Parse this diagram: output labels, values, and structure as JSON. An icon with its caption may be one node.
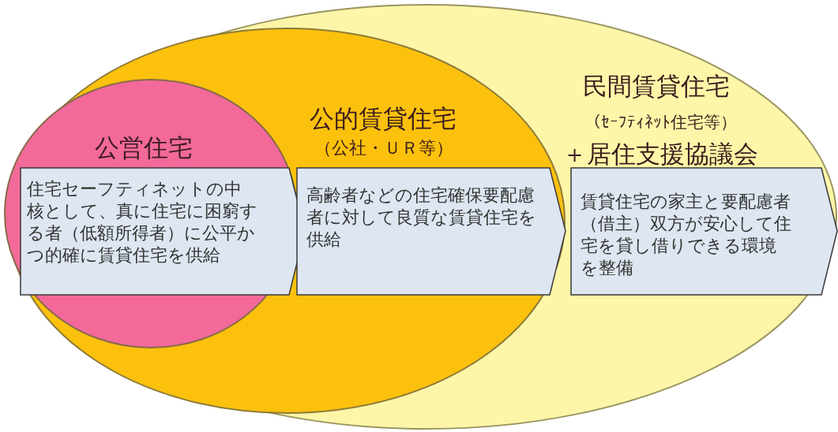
{
  "diagram": {
    "nodes": [
      {
        "text": [
          "民間賃貸住宅",
          "（ｾｰﾌﾃｨﾈｯﾄ住宅等）",
          "＋居住支援協議会"
        ]
      },
      {
        "text": [
          "公的賃貸住宅",
          "（公社・ＵＲ等）"
        ],
        "in": 0
      },
      {
        "text": [
          "公営住宅"
        ],
        "in": 1
      },
      {
        "text": [
          "住宅セーフティネットの中核として、真に住宅に困窮する者（低額所得者）に公平かつ的確に賃貸住宅を供給"
        ],
        "in": 2
      },
      {
        "text": [
          "高齢者などの住宅確保要配慮者に対して良質な賃貸住宅を供給"
        ],
        "in": 1
      },
      {
        "text": [
          "賃貸住宅の家主と要配慮者（借主）双方が安心して住宅を貸し借りできる環境を整備"
        ],
        "in": 0
      }
    ]
  }
}
